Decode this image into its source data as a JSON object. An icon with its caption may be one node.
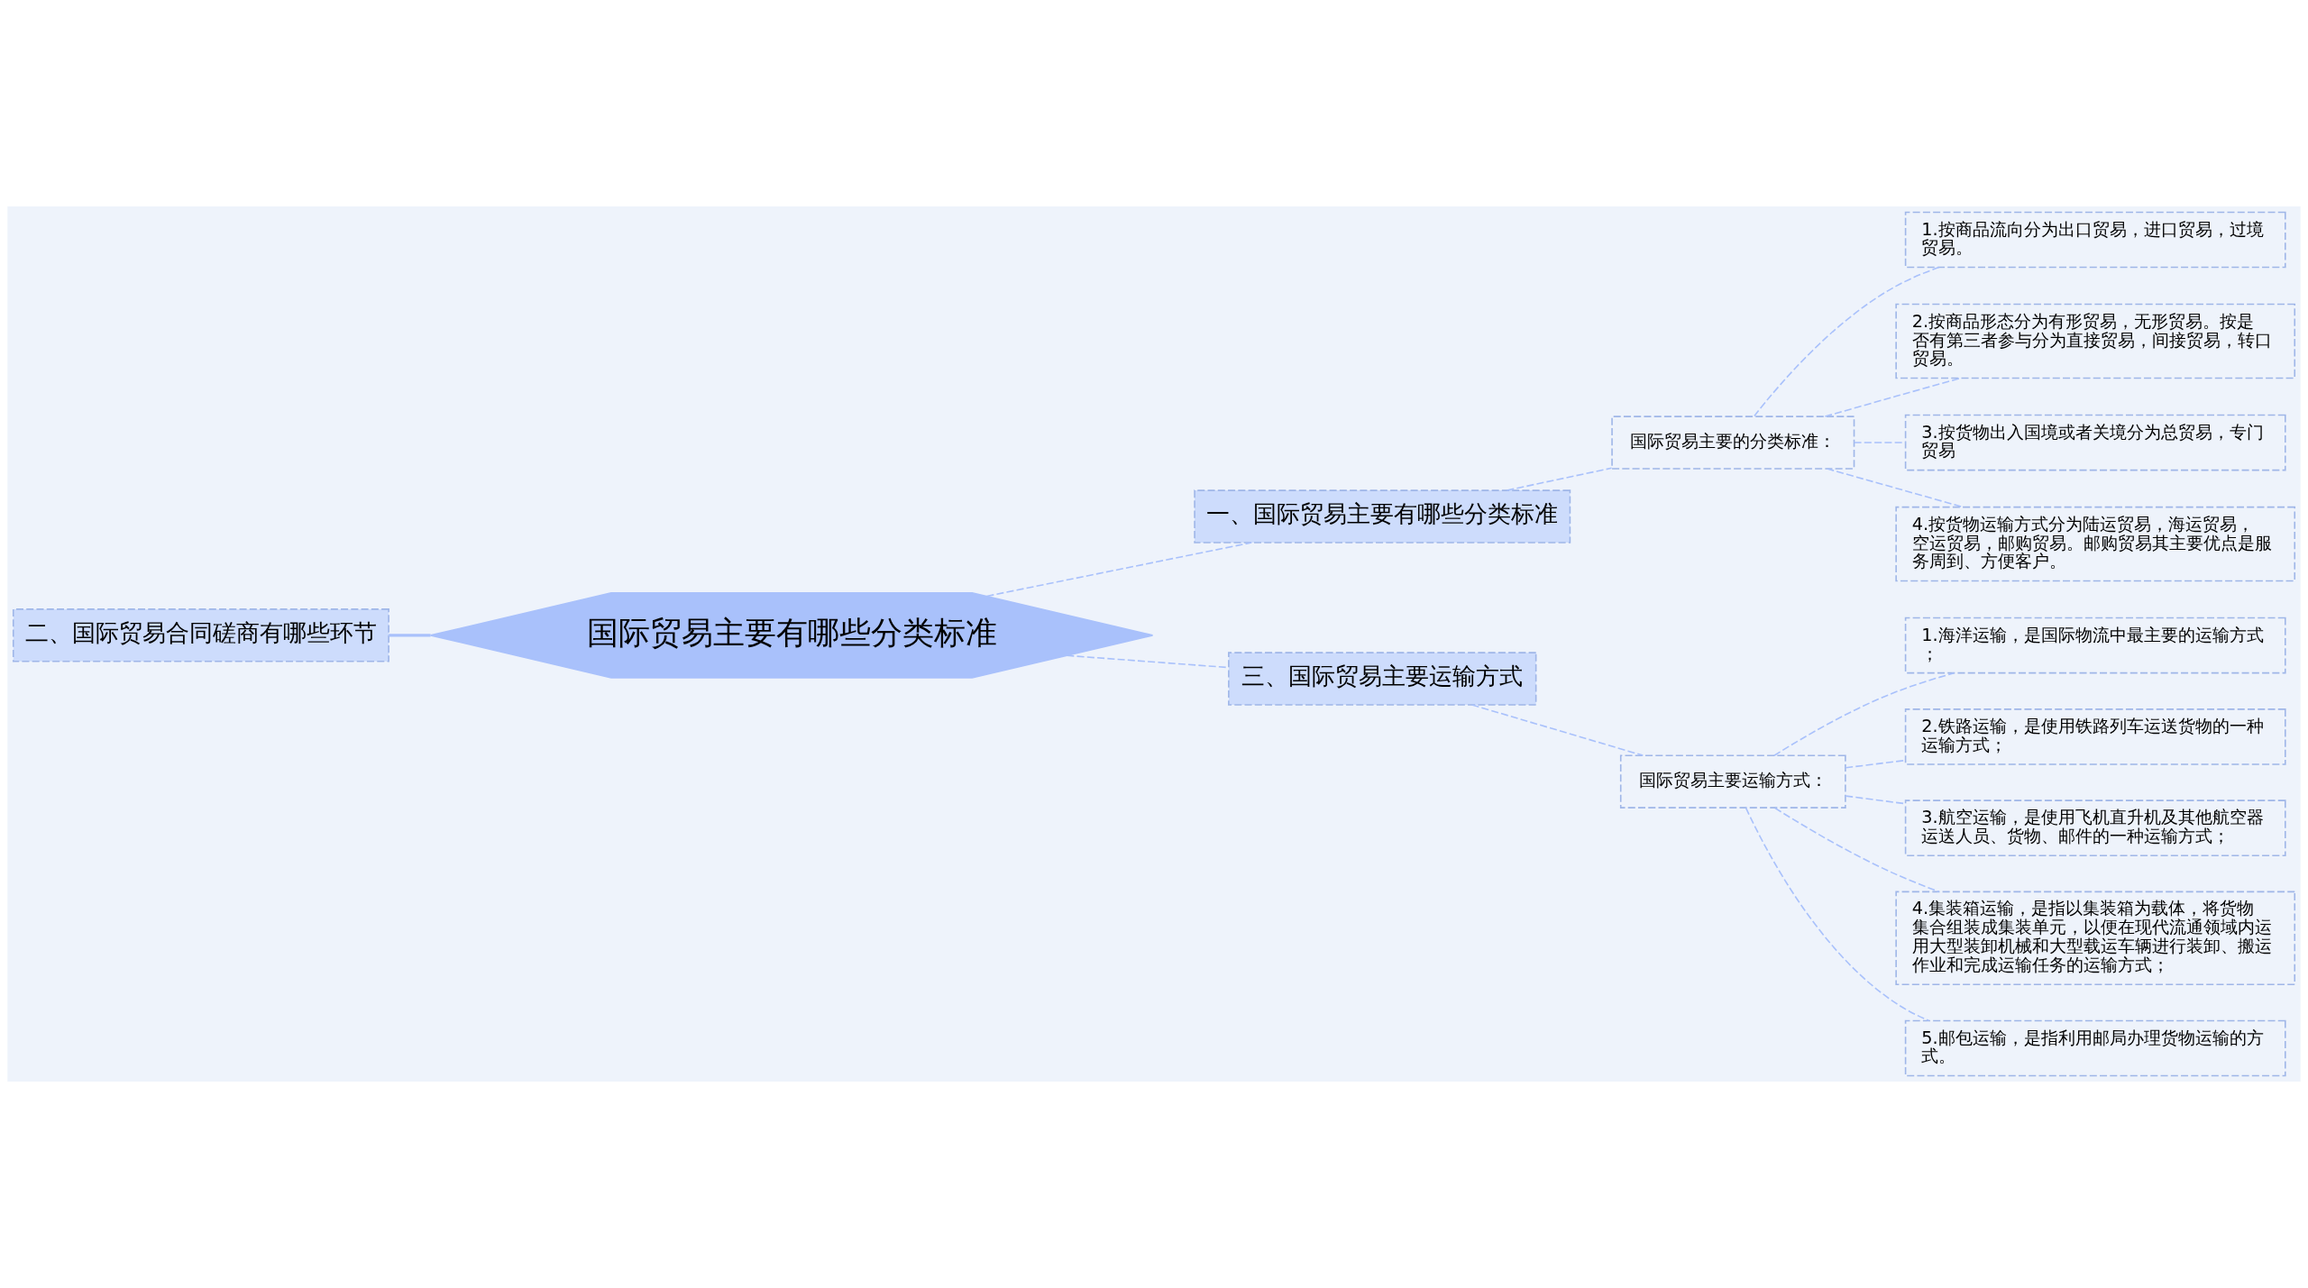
{
  "diagram": {
    "nodes": [
      {
        "text": [
          "国际贸易主要有哪些分类标准"
        ]
      },
      {
        "text": [
          "二、国际贸易合同磋商有哪些环节"
        ]
      },
      {
        "text": [
          "一、国际贸易主要有哪些分类标准"
        ]
      },
      {
        "text": [
          "国际贸易主要的分类标准："
        ]
      },
      {
        "text": [
          "1.按商品流向分为出口贸易，进口贸易，过境贸易。"
        ]
      },
      {
        "text": [
          "2.按商品形态分为有形贸易，无形贸易。按是否有第三者参与分为直接贸易，间接贸易，转口贸易。"
        ]
      },
      {
        "text": [
          "3.按货物出入国境或者关境分为总贸易，专门贸易"
        ]
      },
      {
        "text": [
          "4.按货物运输方式分为陆运贸易，海运贸易，空运贸易，邮购贸易。邮购贸易其主要优点是服务周到、方便客户。"
        ]
      },
      {
        "text": [
          "三、国际贸易主要运输方式"
        ]
      },
      {
        "text": [
          "国际贸易主要运输方式："
        ]
      },
      {
        "text": [
          "1.海洋运输，是国际物流中最主要的运输方式；"
        ]
      },
      {
        "text": [
          "2.铁路运输，是使用铁路列车运送货物的一种运输方式；"
        ]
      },
      {
        "text": [
          "3.航空运输，是使用飞机直升机及其他航空器运送人员、货物、邮件的一种运输方式；"
        ]
      },
      {
        "text": [
          "4.集装箱运输，是指以集装箱为载体，将货物集合组装成集装单元，以便在现代流通领域内运用大型装卸机械和大型载运车辆进行装卸、搬运作业和完成运输任务的运输方式；"
        ]
      },
      {
        "text": [
          "5.邮包运输，是指利用邮局办理货物运输的方式。"
        ]
      }
    ],
    "edges": [
      {
        "from": 0,
        "to": 1,
        "arrow": "none"
      },
      {
        "from": 0,
        "to": 2,
        "arrow": "none",
        "style": "dashed"
      },
      {
        "from": 2,
        "to": 3,
        "arrow": "none",
        "style": "dashed"
      },
      {
        "from": 3,
        "to": 4,
        "arrow": "none",
        "style": "dashed"
      },
      {
        "from": 3,
        "to": 5,
        "arrow": "none",
        "style": "dashed"
      },
      {
        "from": 3,
        "to": 6,
        "arrow": "none",
        "style": "dashed"
      },
      {
        "from": 3,
        "to": 7,
        "arrow": "none",
        "style": "dashed"
      },
      {
        "from": 0,
        "to": 8,
        "arrow": "none",
        "style": "dashed"
      },
      {
        "from": 8,
        "to": 9,
        "arrow": "none",
        "style": "dashed"
      },
      {
        "from": 9,
        "to": 10,
        "arrow": "none",
        "style": "dashed"
      },
      {
        "from": 9,
        "to": 11,
        "arrow": "none",
        "style": "dashed"
      },
      {
        "from": 9,
        "to": 12,
        "arrow": "none",
        "style": "dashed"
      },
      {
        "from": 9,
        "to": 13,
        "arrow": "none",
        "style": "dashed"
      },
      {
        "from": 9,
        "to": 14,
        "arrow": "none",
        "style": "dashed"
      }
    ]
  }
}
